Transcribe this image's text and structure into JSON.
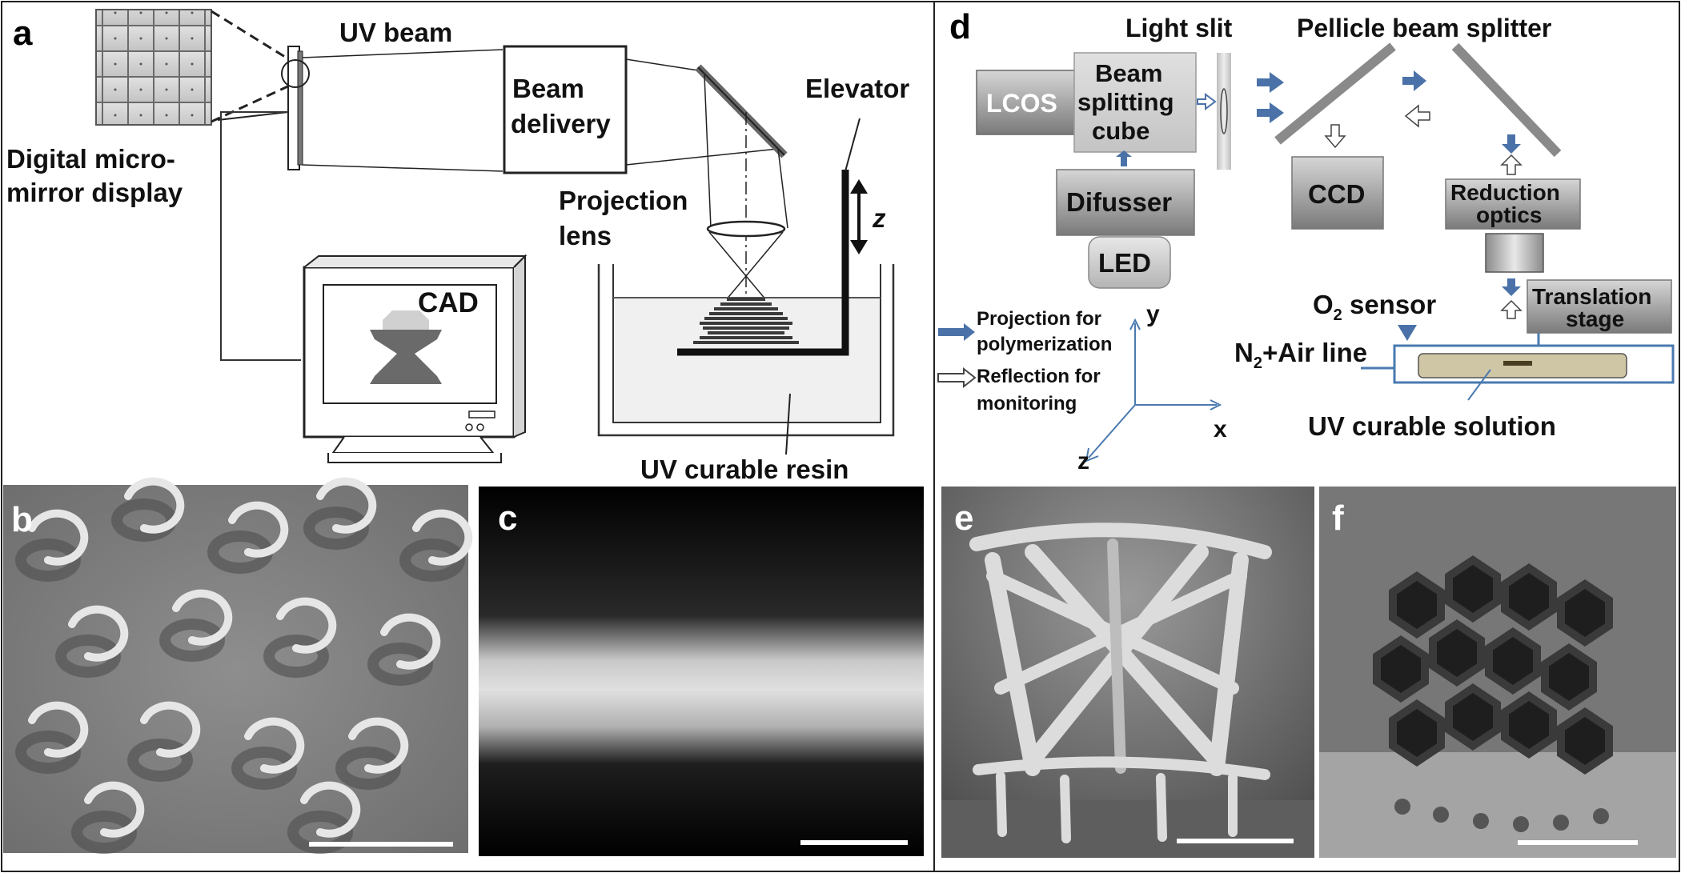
{
  "panels": {
    "a": {
      "letter": "a",
      "dmd_label_1": "Digital micro-",
      "dmd_label_2": "mirror display",
      "uv_beam": "UV beam",
      "beam_delivery_1": "Beam",
      "beam_delivery_2": "delivery",
      "elevator": "Elevator",
      "projection_lens_1": "Projection",
      "projection_lens_2": "lens",
      "z_axis": "z",
      "cad": "CAD",
      "uv_resin": "UV curable resin"
    },
    "b": {
      "letter": "b"
    },
    "c": {
      "letter": "c"
    },
    "d": {
      "letter": "d",
      "light_slit": "Light slit",
      "pellicle": "Pellicle beam splitter",
      "lcos": "LCOS",
      "bsc_1": "Beam",
      "bsc_2": "splitting",
      "bsc_3": "cube",
      "difusser": "Difusser",
      "led": "LED",
      "ccd": "CCD",
      "reduction_1": "Reduction",
      "reduction_2": "optics",
      "translation_1": "Translation",
      "translation_2": "stage",
      "o2_sensor": "O",
      "o2_sub": "2",
      "o2_rest": " sensor",
      "n2_line": "N",
      "n2_sub": "2",
      "n2_rest": "+Air line",
      "uv_solution": "UV curable solution",
      "legend_proj_1": "Projection for",
      "legend_proj_2": "polymerization",
      "legend_refl_1": "Reflection for",
      "legend_refl_2": "monitoring",
      "axis_x": "x",
      "axis_y": "y",
      "axis_z": "z"
    },
    "e": {
      "letter": "e"
    },
    "f": {
      "letter": "f"
    }
  },
  "colors": {
    "arrow_blue": "#4a72a8",
    "box_gray": "#9a9a9a",
    "axis_blue": "#4a7ab0"
  }
}
